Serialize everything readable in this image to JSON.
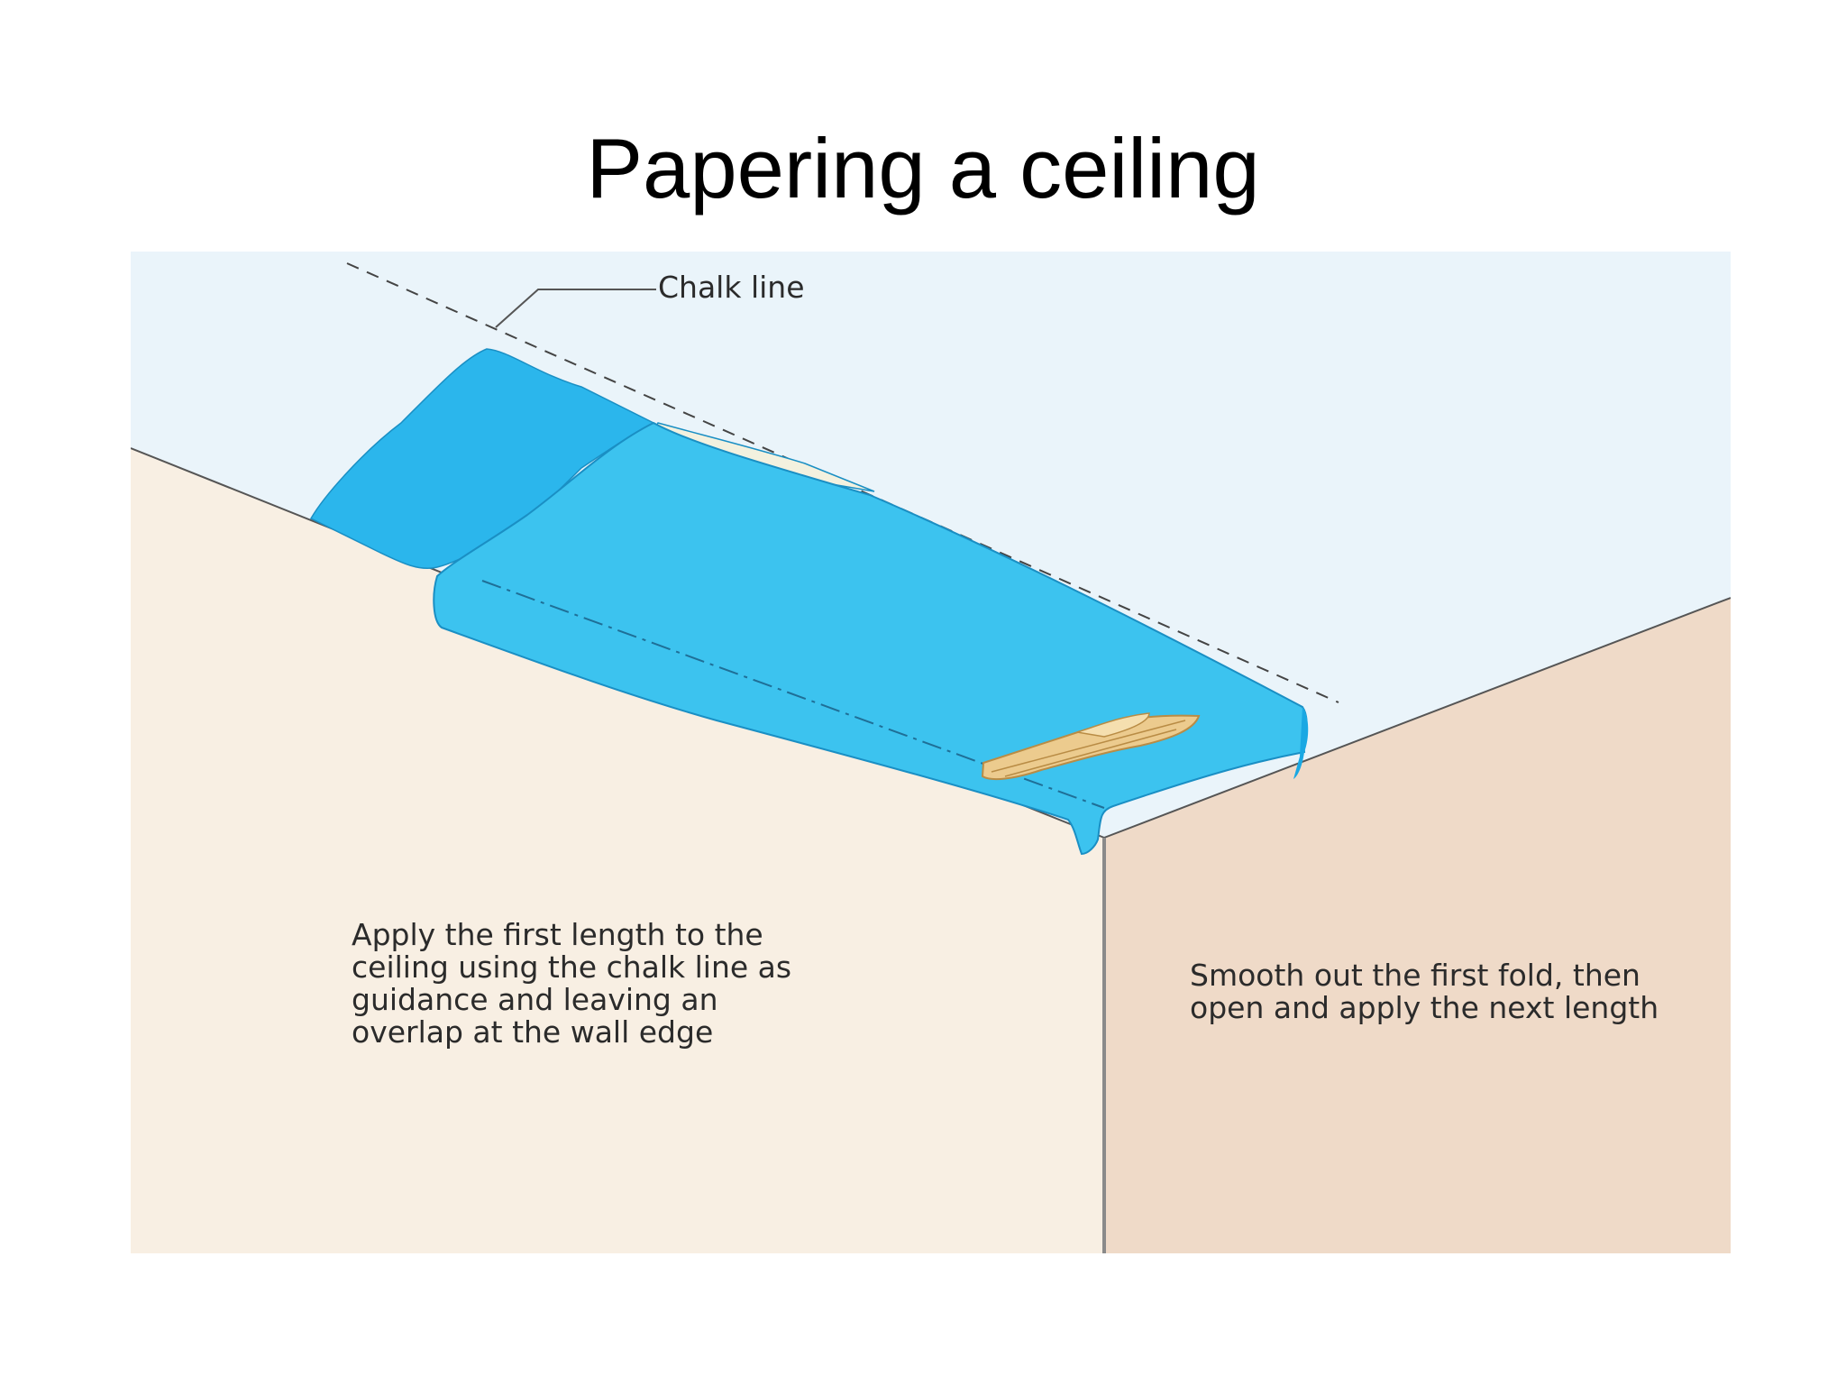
{
  "title": "Papering a ceiling",
  "diagram": {
    "chalk_line_label": "Chalk line",
    "left_caption": "Apply the first length to the\nceiling using the chalk line as\nguidance and leaving an\noverlap at the wall edge",
    "right_caption": "Smooth out the first fold, then\nopen and apply the next length",
    "colors": {
      "ceiling": "#eaf4fa",
      "left_wall": "#f8efe3",
      "right_wall": "#efdac8",
      "wallpaper": "#3cc3ef",
      "wallpaper_dark": "#1aa8e3",
      "brush": "#eccb8e"
    }
  }
}
